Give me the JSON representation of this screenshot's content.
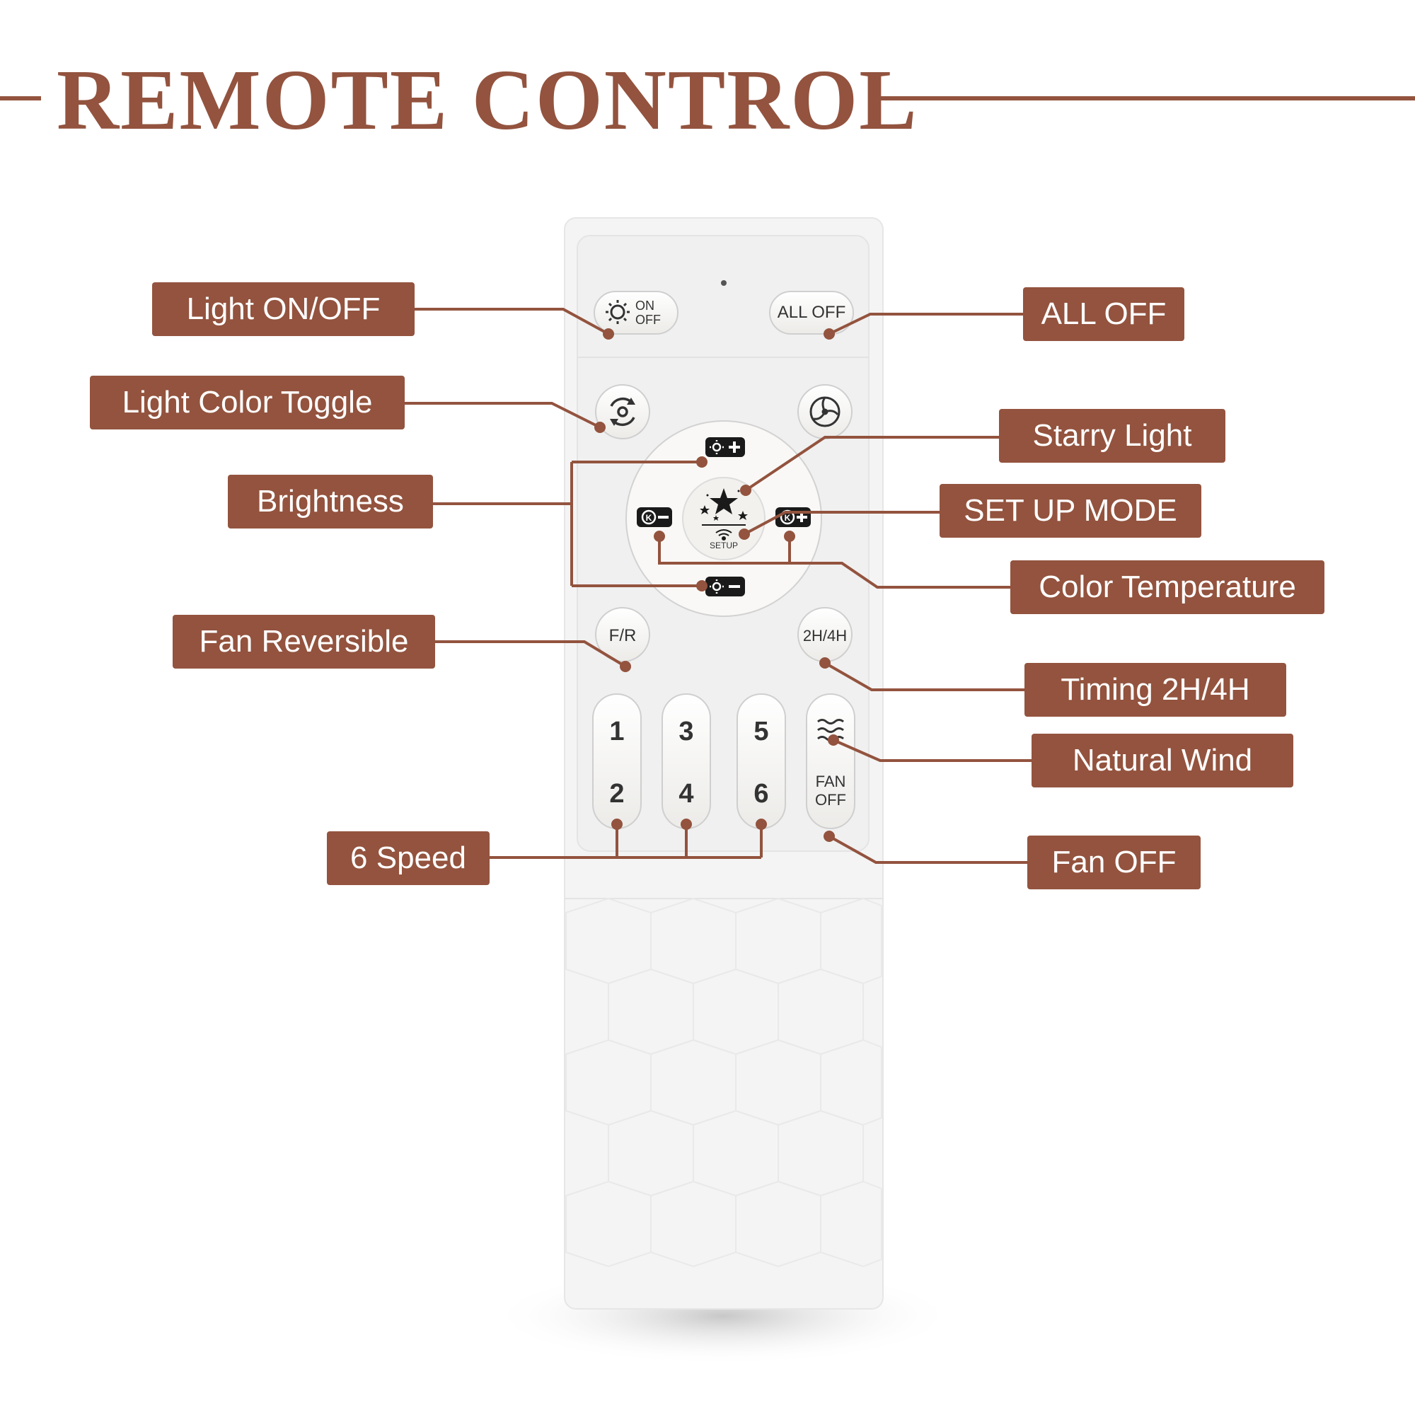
{
  "title": "REMOTE CONTROL",
  "colors": {
    "accent": "#93533e",
    "remote_body": "#f4f4f4",
    "button": "#f7f5f2"
  },
  "labels": {
    "light_onoff": "Light ON/OFF",
    "light_color_toggle": "Light Color Toggle",
    "brightness": "Brightness",
    "fan_reversible": "Fan Reversible",
    "six_speed": "6 Speed",
    "all_off": "ALL OFF",
    "starry_light": "Starry Light",
    "setup_mode": "SET UP MODE",
    "color_temperature": "Color Temperature",
    "timing": "Timing 2H/4H",
    "natural_wind": "Natural Wind",
    "fan_off": "Fan OFF"
  },
  "buttons": {
    "on": "ON",
    "off": "OFF",
    "all_off": "ALL OFF",
    "setup": "SETUP",
    "fr": "F/R",
    "timer": "2H/4H",
    "speed_1": "1",
    "speed_2": "2",
    "speed_3": "3",
    "speed_4": "4",
    "speed_5": "5",
    "speed_6": "6",
    "fan": "FAN",
    "fan_off": "OFF",
    "k_minus": "K−",
    "k_plus": "K+"
  },
  "icons": [
    "sun-icon",
    "color-cycle-icon",
    "fan-blade-icon",
    "brightness-up-icon",
    "brightness-down-icon",
    "star-icon",
    "wifi-icon",
    "wind-icon",
    "kelvin-icon"
  ]
}
